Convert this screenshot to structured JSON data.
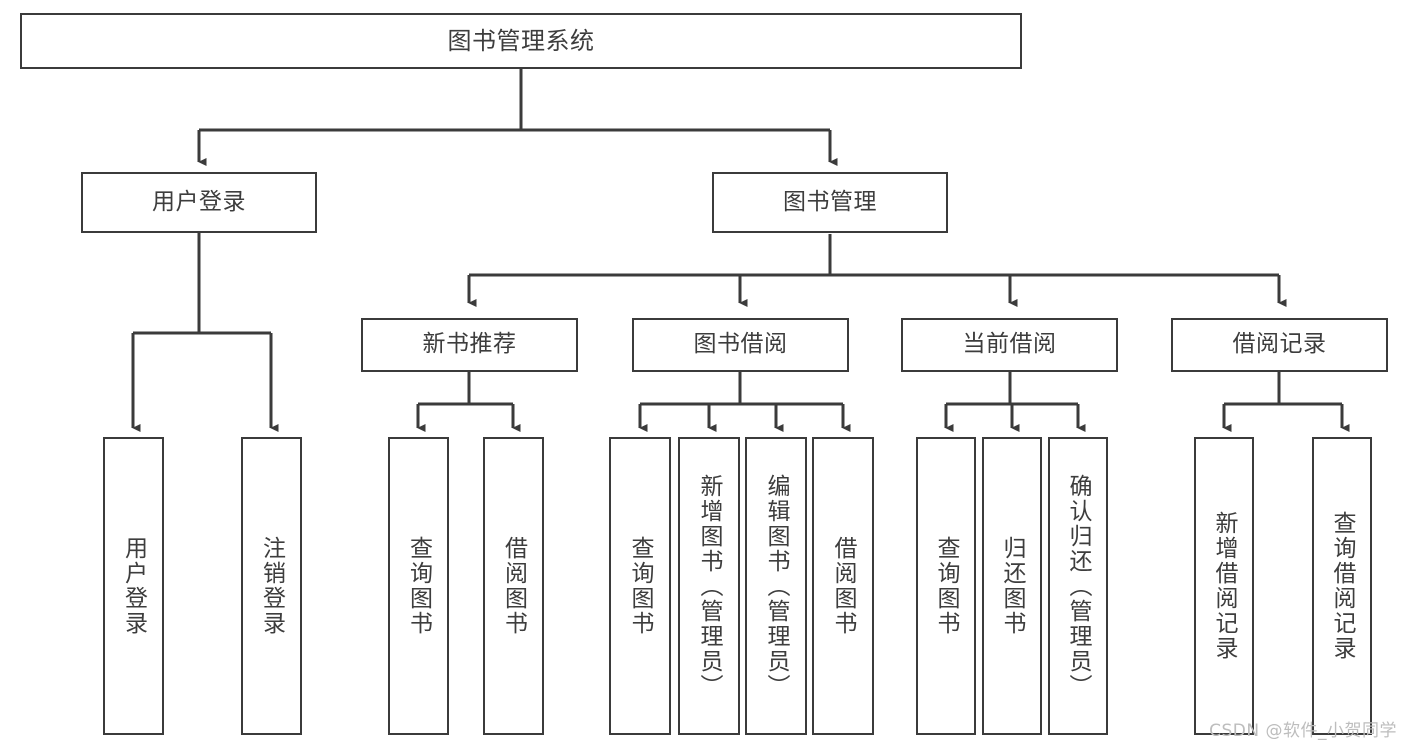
{
  "diagram": {
    "title": "图书管理系统",
    "watermark": "CSDN @软件_小贺同学",
    "line_color": "#3b3b3b",
    "text_color": "#3d3d3d",
    "background": "#ffffff"
  },
  "root": {
    "label": "图书管理系统"
  },
  "level2": [
    {
      "label": "用户登录"
    },
    {
      "label": "图书管理"
    }
  ],
  "level3": [
    {
      "label": "新书推荐"
    },
    {
      "label": "图书借阅"
    },
    {
      "label": "当前借阅"
    },
    {
      "label": "借阅记录"
    }
  ],
  "leaves": {
    "user_login": [
      {
        "label": "用户登录"
      },
      {
        "label": "注销登录"
      }
    ],
    "new_book_rec": [
      {
        "label": "查询图书"
      },
      {
        "label": "借阅图书"
      }
    ],
    "book_borrow": [
      {
        "label": "查询图书"
      },
      {
        "label": "新增图书（管理员）"
      },
      {
        "label": "编辑图书（管理员）"
      },
      {
        "label": "借阅图书"
      }
    ],
    "current_borrow": [
      {
        "label": "查询图书"
      },
      {
        "label": "归还图书"
      },
      {
        "label": "确认归还（管理员）"
      }
    ],
    "borrow_record": [
      {
        "label": "新增借阅记录"
      },
      {
        "label": "查询借阅记录"
      }
    ]
  }
}
